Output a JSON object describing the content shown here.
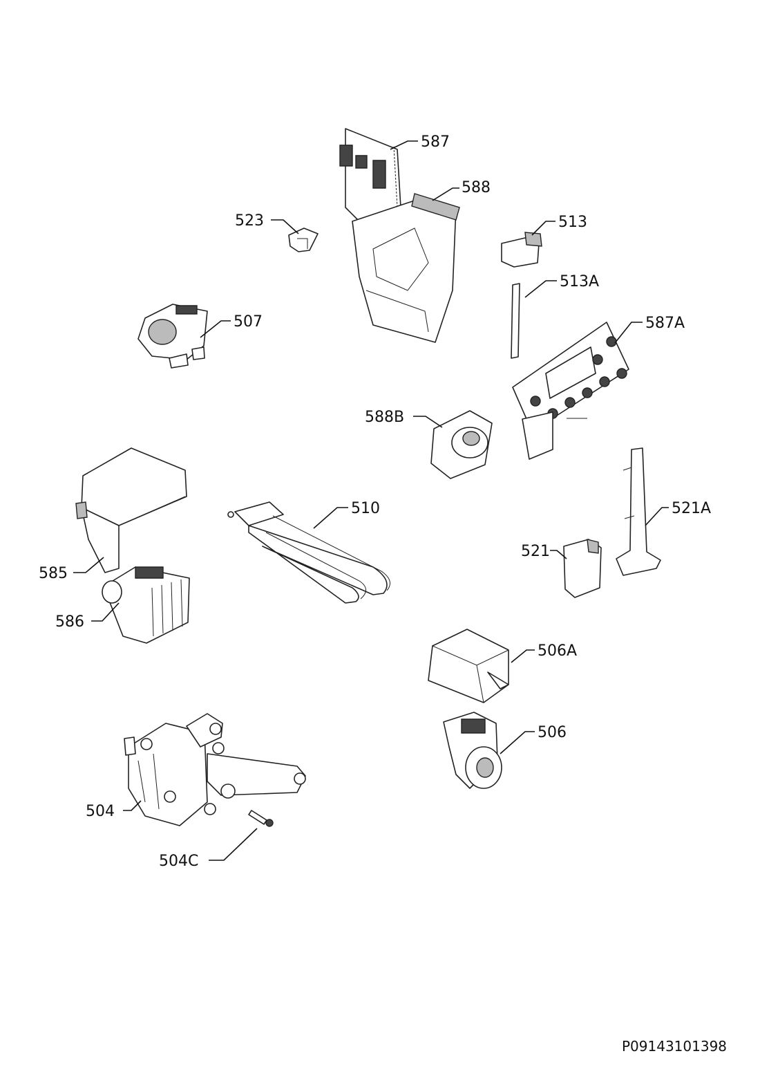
{
  "labels": {
    "l587": "587",
    "l588": "588",
    "l523": "523",
    "l513": "513",
    "l513A": "513A",
    "l507": "507",
    "l587A": "587A",
    "l588B": "588B",
    "l510": "510",
    "l521A": "521A",
    "l521": "521",
    "l585": "585",
    "l586": "586",
    "l506A": "506A",
    "l506": "506",
    "l504": "504",
    "l504C": "504C"
  },
  "drawing_code": "P09143101398"
}
